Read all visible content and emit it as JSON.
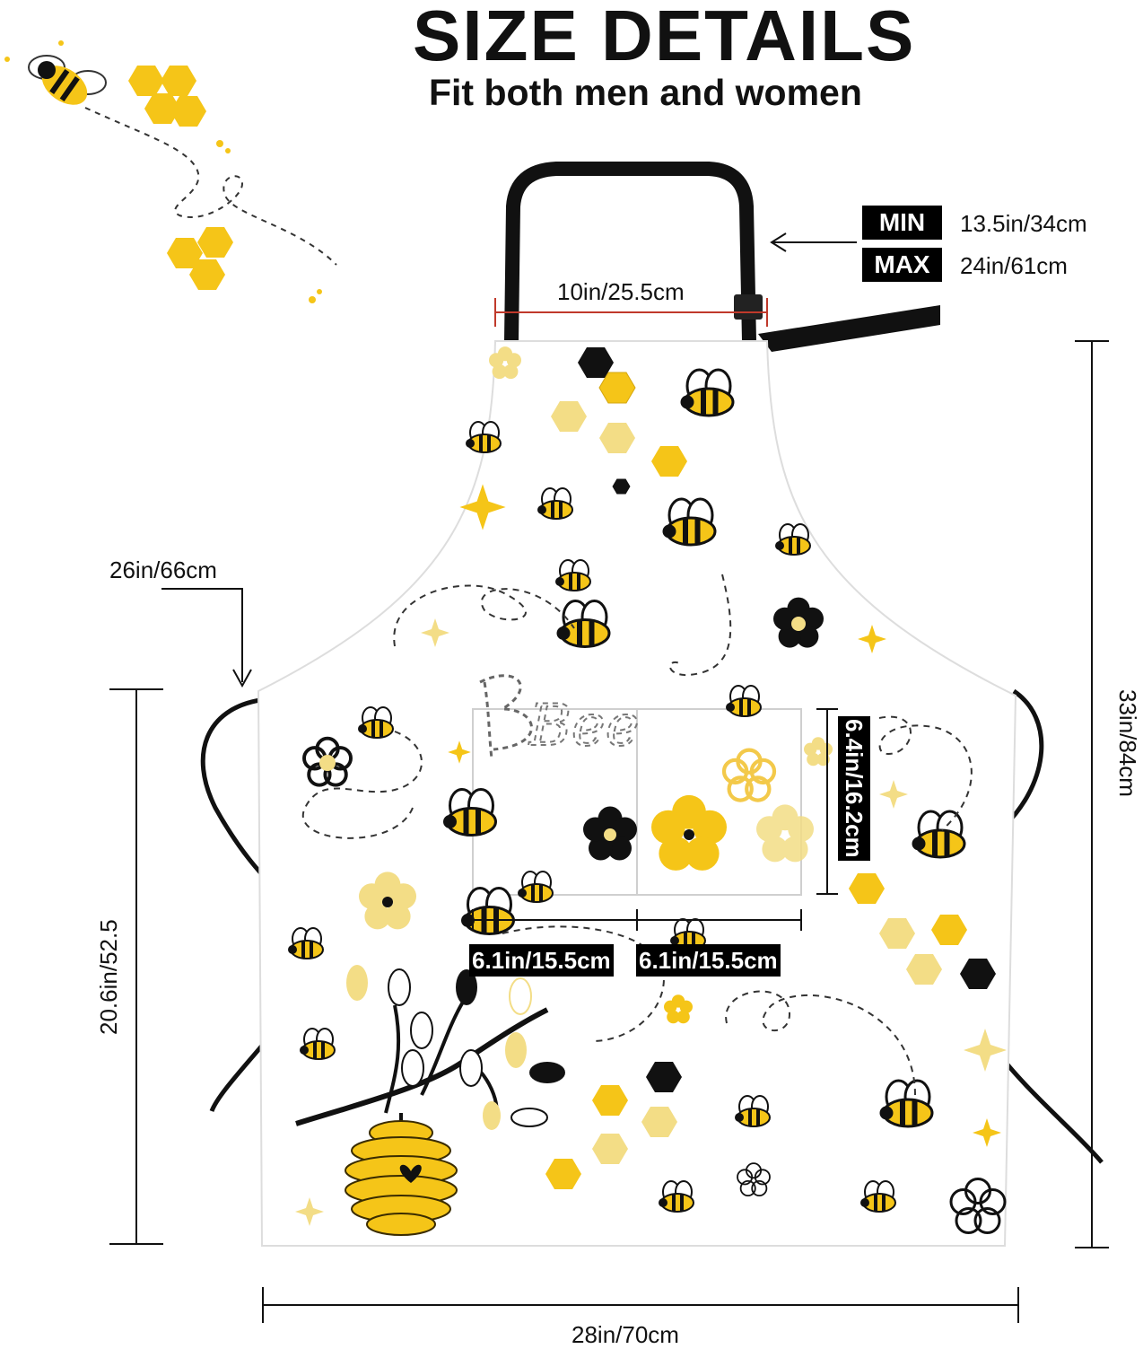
{
  "header": {
    "title": "SIZE DETAILS",
    "subtitle": "Fit both men and women"
  },
  "neck_strap": {
    "min_label": "MIN",
    "min_value": "13.5in/34cm",
    "max_label": "MAX",
    "max_value": "24in/61cm"
  },
  "measurements": {
    "top_width": "10in/25.5cm",
    "waist_tie": "26in/66cm",
    "total_length": "33in/84cm",
    "lower_length": "20.6in/52.5",
    "bottom_width": "28in/70cm",
    "pocket_height": "6.4in/16.2cm",
    "pocket_left_width": "6.1in/15.5cm",
    "pocket_right_width": "6.1in/15.5cm"
  },
  "apron_print": {
    "script_text": "Bee"
  },
  "colors": {
    "yellow": "#f5c518",
    "pale_yellow": "#f3dd86",
    "black": "#111111",
    "dim_red": "#c0392b"
  }
}
